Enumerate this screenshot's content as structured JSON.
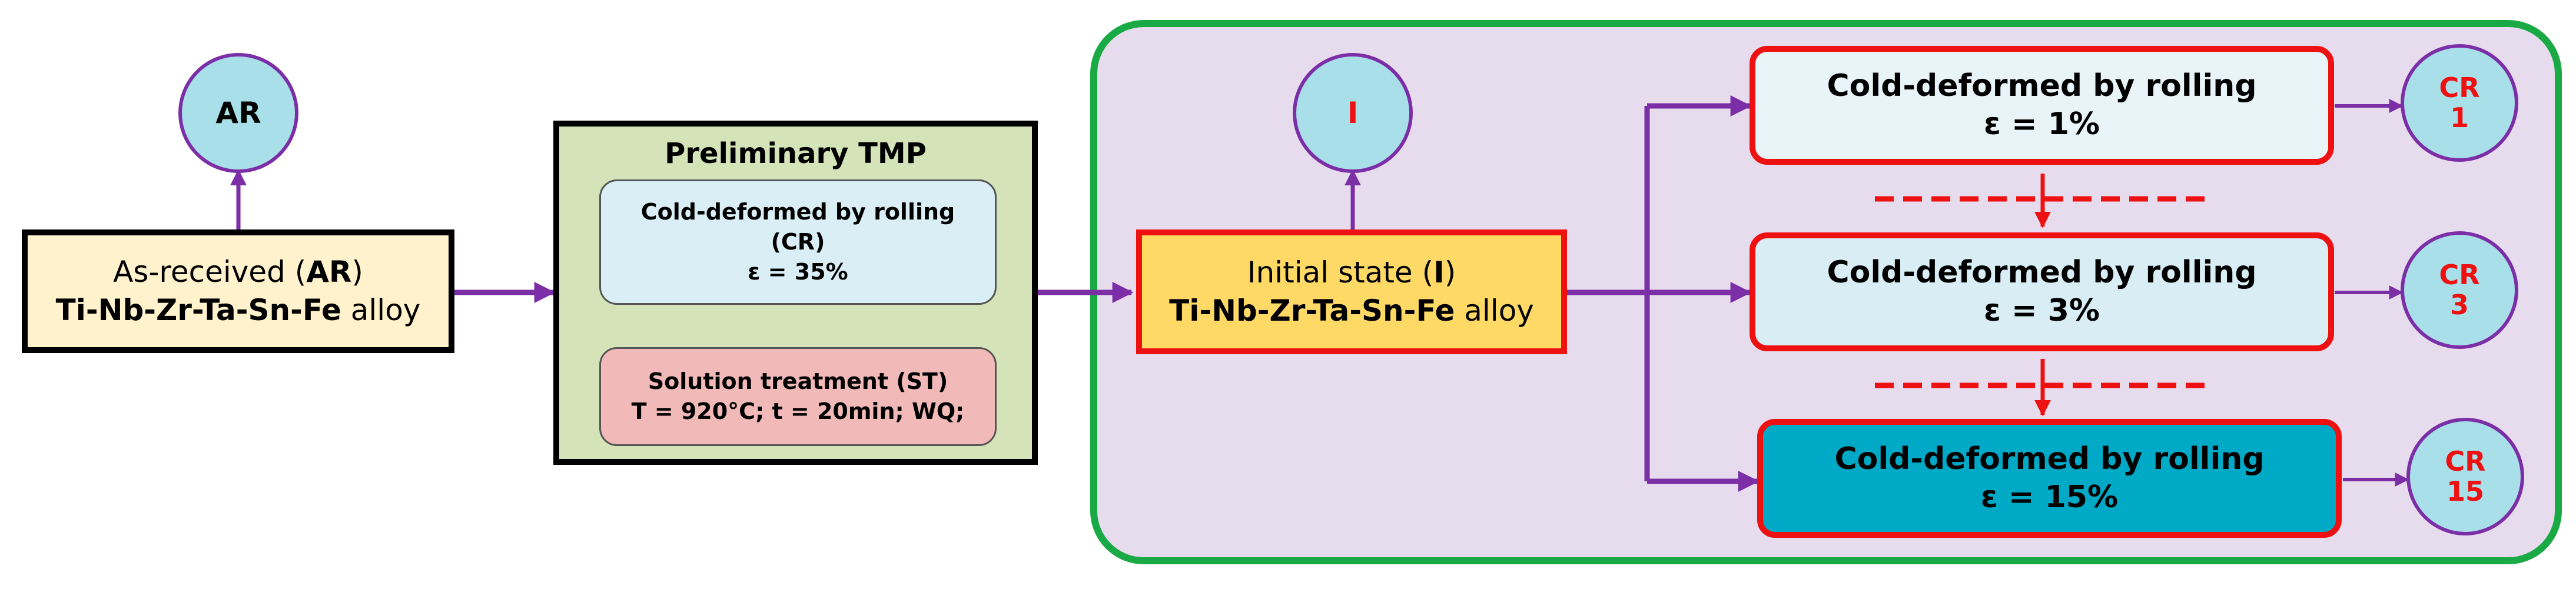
{
  "nodes": {
    "ar_circle": "AR",
    "as_received": {
      "line1_pre": "As-received (",
      "line1_bold": "AR",
      "line1_post": ")",
      "line2_bold": "Ti-Nb-Zr-Ta-Sn-Fe",
      "line2_post": " alloy"
    },
    "preliminary": {
      "title": "Preliminary TMP",
      "cr_line1": "Cold-deformed by rolling",
      "cr_line2": "(CR)",
      "cr_line3": "ε = 35%",
      "st_line1": "Solution treatment (ST)",
      "st_line2": "T = 920°C; t = 20min; WQ;"
    },
    "i_circle": "I",
    "initial_state": {
      "line1_pre": "Initial state (",
      "line1_bold": "I",
      "line1_post": ")",
      "line2_bold": "Ti-Nb-Zr-Ta-Sn-Fe",
      "line2_post": " alloy"
    },
    "rolling": [
      {
        "line1": "Cold-deformed by rolling",
        "line2": "ε = 1%",
        "circle_l1": "CR",
        "circle_l2": "1"
      },
      {
        "line1": "Cold-deformed by rolling",
        "line2": "ε = 3%",
        "circle_l1": "CR",
        "circle_l2": "3"
      },
      {
        "line1": "Cold-deformed by rolling",
        "line2": "ε = 15%",
        "circle_l1": "CR",
        "circle_l2": "15"
      }
    ]
  },
  "colors": {
    "purple": "#7b2ea6",
    "red": "#ee1111",
    "green": "#1aaa45",
    "region_fill": "#e7dced",
    "circle_fill": "#a8dfe9",
    "as_received_fill": "#fff2cc",
    "tmp_fill": "#d5e3b8",
    "cr_fill": "#d9eef5",
    "st_fill": "#f2b9b9",
    "initial_fill": "#ffd966",
    "roll1_fill": "#e8f4f7",
    "roll2_fill": "#d8eef4",
    "roll3_fill": "#00a9c6"
  }
}
